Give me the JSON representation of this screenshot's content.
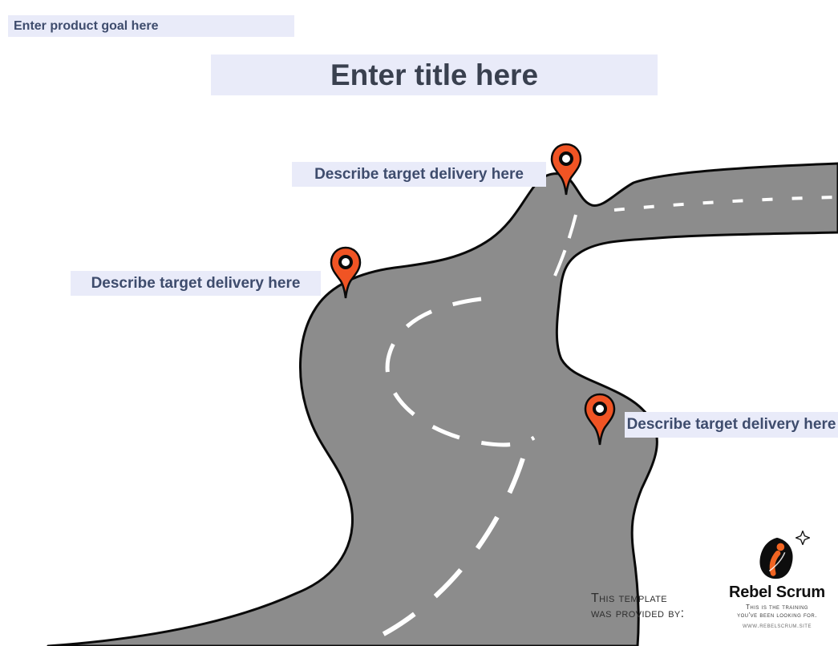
{
  "product_goal": {
    "text": "Enter product goal here"
  },
  "title": {
    "text": "Enter title here"
  },
  "milestones": [
    {
      "label": "Describe target delivery here"
    },
    {
      "label": "Describe target delivery here"
    },
    {
      "label": "Describe target delivery here"
    }
  ],
  "footer": {
    "provided_by_line1": "This template",
    "provided_by_line2": "was provided by:"
  },
  "brand": {
    "name": "Rebel Scrum",
    "tagline_line1": "This is the training",
    "tagline_line2": "you've been looking for.",
    "website": "www.rebelscrum.site"
  },
  "colors": {
    "placeholder_bg": "#e9ebf9",
    "placeholder_text": "#3e4c6d",
    "title_text": "#39404f",
    "road_fill": "#8c8c8c",
    "road_outline": "#0a0a0a",
    "road_dash": "#ffffff",
    "pin_fill": "#f05424",
    "brand_orange": "#f26522",
    "brand_black": "#0d0d0d"
  },
  "icons": {
    "pin": "location-pin-icon",
    "star": "star-icon"
  }
}
